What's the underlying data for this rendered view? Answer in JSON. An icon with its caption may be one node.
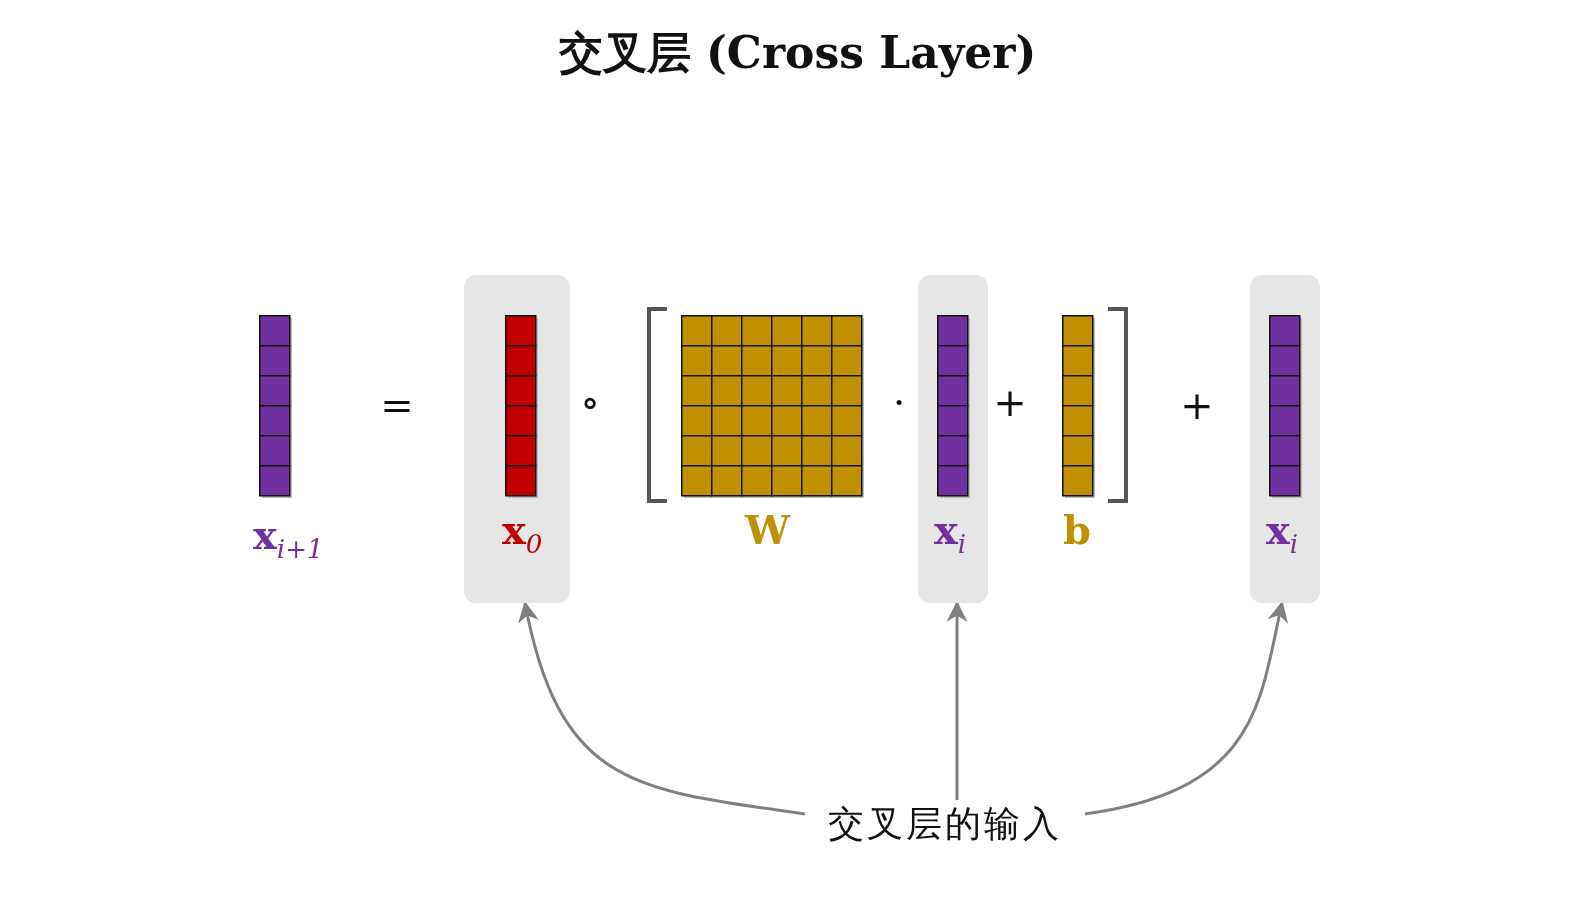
{
  "diagram": {
    "title": "交叉层 (Cross Layer)",
    "nodes": [
      {
        "text": [
          "x$_{0}$"
        ]
      },
      {
        "text": [
          "x$_{i}$"
        ]
      },
      {
        "text": [
          "x$_{i}$"
        ]
      },
      {
        "text": [
          "交叉层的输入"
        ]
      }
    ],
    "edges": [
      {
        "from": 3,
        "to": 0,
        "arrow": "to"
      },
      {
        "from": 3,
        "to": 1,
        "arrow": "to"
      },
      {
        "from": 3,
        "to": 2,
        "arrow": "to"
      }
    ],
    "labels": [
      "x$_{i+1}$",
      "=",
      "∘",
      "W",
      "·",
      "+",
      "b",
      "+"
    ]
  }
}
